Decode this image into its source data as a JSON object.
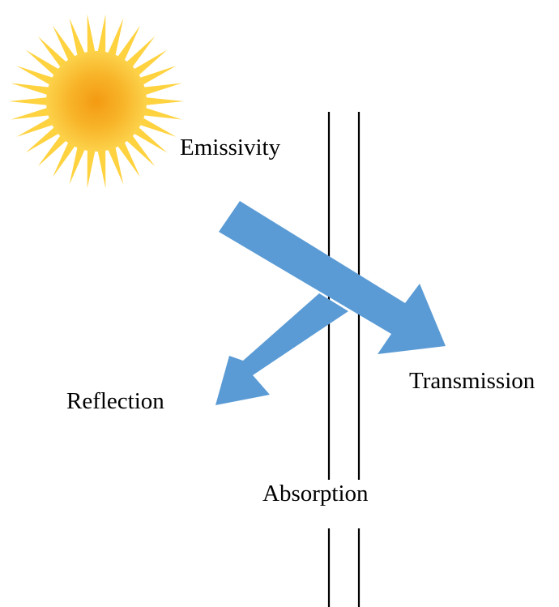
{
  "labels": {
    "emissivity": "Emissivity",
    "transmission": "Transmission",
    "reflection": "Reflection",
    "absorption": "Absorption"
  },
  "icons": {
    "sun": "sun-icon"
  },
  "colors": {
    "arrow": "#5b9bd5",
    "sun_core": "#f7a21b",
    "sun_rays": "#ffd23f",
    "lines": "#000000",
    "background": "#ffffff"
  }
}
